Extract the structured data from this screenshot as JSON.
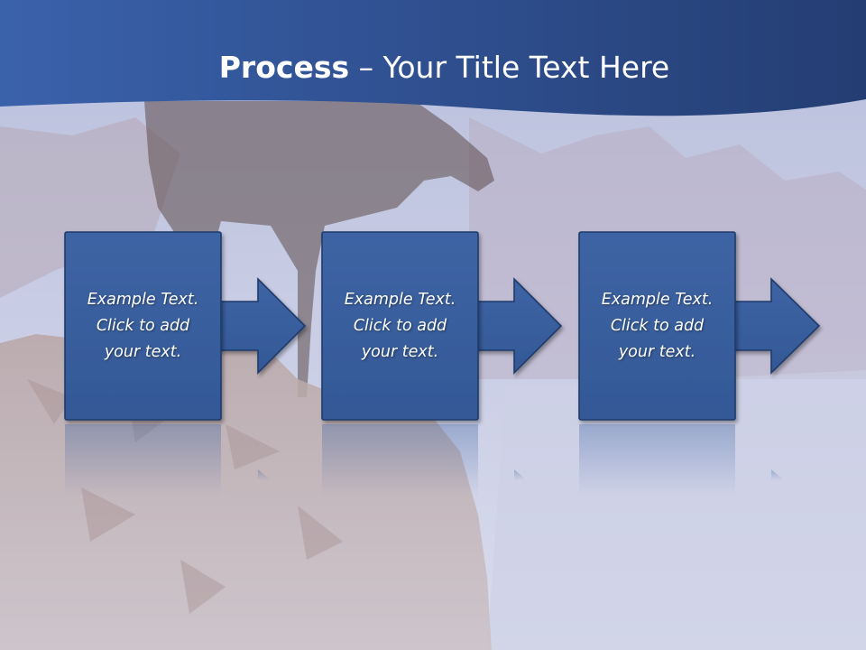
{
  "title": {
    "bold": "Process",
    "rest": " – Your Title Text Here"
  },
  "steps": [
    {
      "lines": [
        "Example Text.",
        "Click  to add",
        "your text."
      ]
    },
    {
      "lines": [
        "Example Text.",
        "Click  to add",
        "your text."
      ]
    },
    {
      "lines": [
        "Example Text.",
        "Click  to add",
        "your text."
      ]
    }
  ],
  "colors": {
    "header": "#34589c",
    "box_fill": "#3a5f9e",
    "box_stroke": "#1f3a6b",
    "background": "#c7cde6"
  }
}
